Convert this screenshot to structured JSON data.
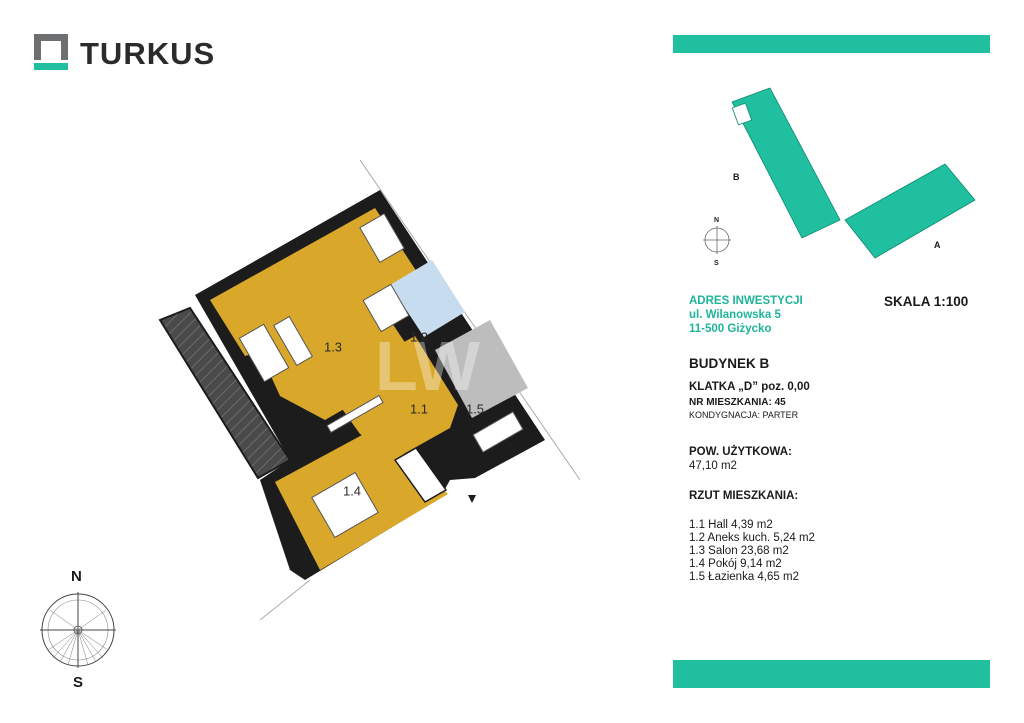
{
  "brand": {
    "name": "TURKUS",
    "mark_colors": {
      "gray": "#6d6f71",
      "teal": "#1fbf9f"
    }
  },
  "colors": {
    "teal": "#1fbf9f",
    "teal_text": "#1fb49a",
    "wall": "#1c1c1c",
    "room_yellow": "#d9a82a",
    "kitchen_blue": "#c7dcee",
    "bath_gray": "#bdbdbd",
    "balcony": "#4a4a4a"
  },
  "plan": {
    "rooms": [
      {
        "id": "1.1",
        "label": "1.1"
      },
      {
        "id": "1.2",
        "label": "1.2"
      },
      {
        "id": "1.3",
        "label": "1.3"
      },
      {
        "id": "1.4",
        "label": "1.4"
      },
      {
        "id": "1.5",
        "label": "1.5"
      }
    ]
  },
  "site_plan": {
    "building_b_label": "B",
    "building_a_label": "A",
    "compass_n": "N",
    "compass_s": "S"
  },
  "compass": {
    "north": "N",
    "south": "S"
  },
  "info": {
    "address_heading": "ADRES INWESTYCJI",
    "street": "ul. Wilanowska 5",
    "city": "11-500 Giżycko",
    "scale": "SKALA 1:100",
    "building": "BUDYNEK B",
    "stair_prefix": "KLATKA „D”",
    "stair_suffix": "poz. 0,00",
    "flat_no_label": "NR MIESZKANIA:",
    "flat_no_value": "45",
    "storey": "KONDYGNACJA: PARTER",
    "area_heading": "POW. UŻYTKOWA:",
    "area_value": "47,10 m2",
    "layout_heading": "RZUT MIESZKANIA:",
    "rooms_list": [
      "1.1 Hall 4,39 m2",
      "1.2 Aneks kuch. 5,24 m2",
      "1.3 Salon 23,68 m2",
      "1.4 Pokój 9,14 m2",
      "1.5 Łazienka 4,65 m2"
    ]
  }
}
